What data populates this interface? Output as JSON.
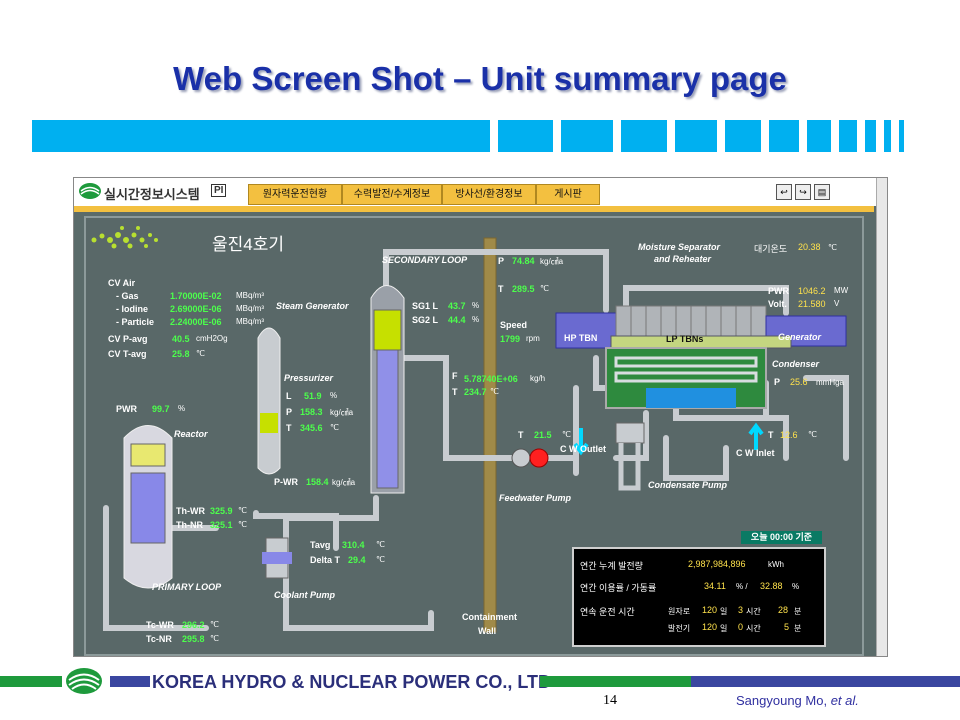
{
  "slide": {
    "title": "Web Screen Shot – Unit summary page",
    "page_number": "14",
    "author_prefix": "Sangyoung Mo, ",
    "author_suffix": "et al.",
    "company": "KOREA HYDRO & NUCLEAR POWER CO., LTD",
    "colors": {
      "title": "#1a30a8",
      "accent_bar": "#00b0f0",
      "footer_green": "#1e9a3c",
      "footer_blue": "#3a46a0"
    }
  },
  "app": {
    "logo": "실시간정보시스템",
    "logo_tag": "PI",
    "tabs": [
      "원자력운전현황",
      "수력발전/수계정보",
      "방사선/환경정보",
      "게시판"
    ],
    "toolbar_icons": [
      "back-icon",
      "forward-icon",
      "print-icon"
    ]
  },
  "plant": {
    "unit_name": "울진4호기",
    "cv": {
      "title": "CV Air",
      "rows": [
        {
          "label": "- Gas",
          "value": "1.70000E-02",
          "unit": "MBq/m³"
        },
        {
          "label": "- Iodine",
          "value": "2.69000E-06",
          "unit": "MBq/m³"
        },
        {
          "label": "- Particle",
          "value": "2.24000E-06",
          "unit": "MBq/m³"
        }
      ],
      "p_avg_label": "CV P-avg",
      "p_avg_value": "40.5",
      "p_avg_unit": "cmH2Og",
      "t_avg_label": "CV T-avg",
      "t_avg_value": "25.8",
      "t_avg_unit": "℃"
    },
    "pwr_label": "PWR",
    "pwr_value": "99.7",
    "pwr_unit": "%",
    "labels": {
      "steam_generator": "Steam Generator",
      "pressurizer": "Pressurizer",
      "reactor": "Reactor",
      "primary_loop": "PRIMARY LOOP",
      "coolant_pump": "Coolant Pump",
      "secondary_loop": "SECONDARY LOOP",
      "moisture_separator": "Moisture Separator",
      "and_reheater": "and Reheater",
      "condenser": "Condenser",
      "generator": "Generator",
      "hp_tbn": "HP TBN",
      "lp_tbns": "LP TBNs",
      "feedwater_pump": "Feedwater Pump",
      "condensate_pump": "Condensate Pump",
      "cw_outlet": "C W Outlet",
      "cw_inlet": "C W Inlet",
      "containment": "Containment",
      "wall": "Wall"
    },
    "pressurizer": {
      "l_label": "L",
      "l_value": "51.9",
      "l_unit": "%",
      "p_label": "P",
      "p_value": "158.3",
      "p_unit": "kg/㎠a",
      "t_label": "T",
      "t_value": "345.6",
      "t_unit": "℃"
    },
    "pwr_p": {
      "label": "P-WR",
      "value": "158.4",
      "unit": "kg/㎠a"
    },
    "sg": {
      "sg1_label": "SG1  L",
      "sg1_value": "43.7",
      "sg2_label": "SG2  L",
      "sg2_value": "44.4",
      "unit": "%"
    },
    "reactor_temps": {
      "th_wr_label": "Th-WR",
      "th_wr_value": "325.9",
      "th_nr_label": "Th-NR",
      "th_nr_value": "325.1",
      "unit": "℃"
    },
    "tc": {
      "tc_wr_label": "Tc-WR",
      "tc_wr_value": "296.2",
      "tc_nr_label": "Tc-NR",
      "tc_nr_value": "295.8",
      "unit": "℃"
    },
    "tavg": {
      "tavg_label": "Tavg",
      "tavg_value": "310.4",
      "delta_label": "Delta T",
      "delta_value": "29.4",
      "unit": "℃"
    },
    "secondary": {
      "p_label": "P",
      "p_value": "74.84",
      "p_unit": "kg/㎠a",
      "t_label": "T",
      "t_value": "289.5",
      "t_unit": "℃"
    },
    "speed": {
      "label": "Speed",
      "value": "1799",
      "unit": "rpm"
    },
    "feed": {
      "f_label": "F",
      "f_value": "5.78740E+06",
      "f_unit": "kg/h",
      "t_label": "T",
      "t_value": "234.7",
      "t_unit": "℃"
    },
    "atmos": {
      "label": "대기온도",
      "value": "20.38",
      "unit": "℃"
    },
    "generator": {
      "pwr_label": "PWR",
      "pwr_value": "1046.2",
      "pwr_unit": "MW",
      "volt_label": "Volt.",
      "volt_value": "21.580",
      "volt_unit": "V"
    },
    "condenser_p": {
      "label": "P",
      "value": "25.6",
      "unit": "mmHga"
    },
    "cw_out": {
      "label": "T",
      "value": "21.5",
      "unit": "℃"
    },
    "cw_in": {
      "label": "T",
      "value": "12.6",
      "unit": "℃"
    },
    "stats": {
      "badge": "오늘 00:00 기준",
      "row1_label": "연간 누계 발전량",
      "row1_value": "2,987,984,896",
      "row1_unit": "kWh",
      "row2_label": "연간 이용률 / 가동률",
      "row2_value1": "34.11",
      "row2_sep": "% /",
      "row2_value2": "32.88",
      "row2_unit": "%",
      "row3_label": "연속 운전 시간",
      "reactor_label": "원자로",
      "reactor_days": "120",
      "reactor_hours": "3",
      "reactor_minutes": "28",
      "generator_label": "발전기",
      "gen_days": "120",
      "gen_hours": "0",
      "gen_minutes": "5",
      "day_unit": "일",
      "hour_unit": "시간",
      "minute_unit": "분"
    }
  }
}
